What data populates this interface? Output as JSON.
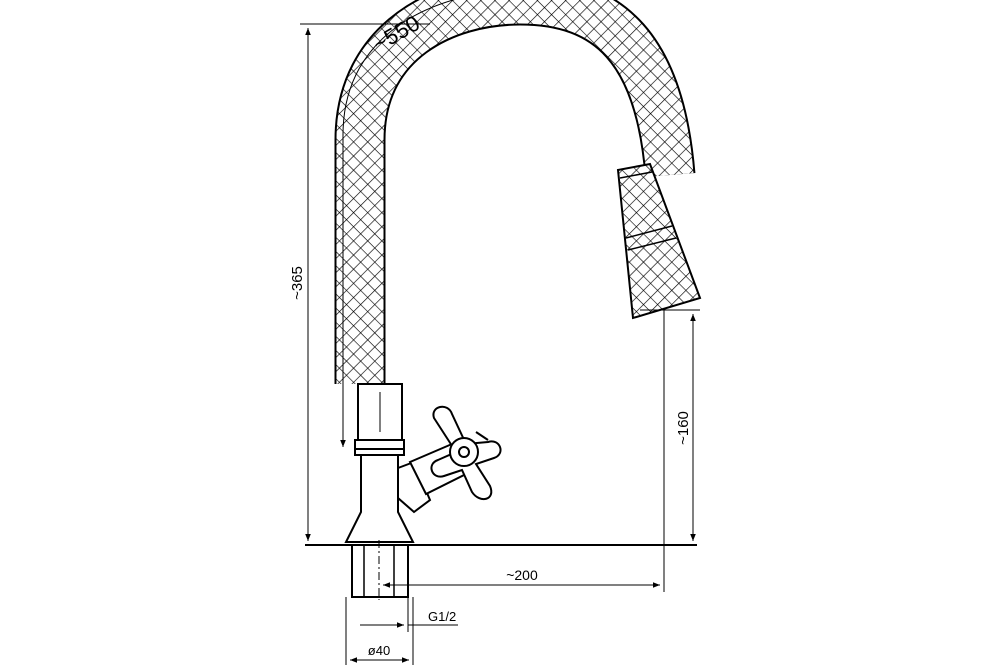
{
  "dimensions": {
    "hose_length": "~550",
    "total_height": "~365",
    "spout_height": "~160",
    "reach": "~200",
    "thread": "G1/2",
    "base_diameter": "ø40"
  },
  "colors": {
    "line": "#000000",
    "background": "#ffffff"
  }
}
